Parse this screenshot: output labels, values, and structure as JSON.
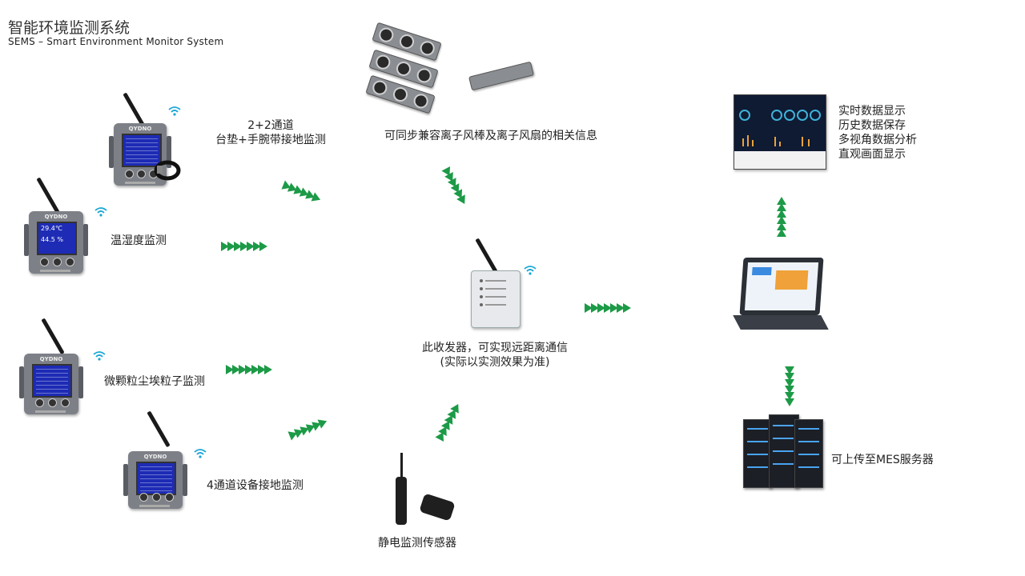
{
  "header": {
    "title": "智能环境监测系统",
    "subtitle": "SEMS – Smart Environment Monitor System"
  },
  "devices": {
    "brand": "QYDNO",
    "thhm_reading_1": "29.4℃",
    "thhm_reading_2": "44.5 %"
  },
  "labels": {
    "dual_channel_1": "2+2通道",
    "dual_channel_2": "台垫+手腕带接地监测",
    "temp_humidity": "温湿度监测",
    "particle": "微颗粒尘埃粒子监测",
    "four_channel": "4通道设备接地监测",
    "ion_fan": "可同步兼容离子风棒及离子风扇的相关信息",
    "transceiver_1": "此收发器，可实现远距离通信",
    "transceiver_2": "(实际以实测效果为准)",
    "static_sensor": "静电监测传感器",
    "mes_server": "可上传至MES服务器"
  },
  "features": [
    "实时数据显示",
    "历史数据保存",
    "多视角数据分析",
    "直观画面显示"
  ],
  "colors": {
    "arrow": "#1d9a47",
    "wifi": "#19a6d6",
    "screen": "#1d2bb5"
  }
}
